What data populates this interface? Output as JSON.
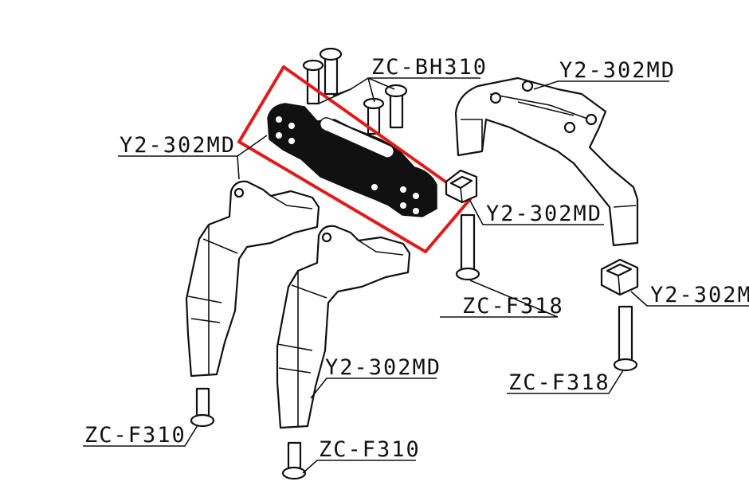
{
  "labels": {
    "screws_top": "ZC-BH310",
    "arm_top_right": "Y2-302MD",
    "arm_left": "Y2-302MD",
    "spacer_upper": "Y2-302MD",
    "spacer_lower": "Y2-302M",
    "screw_mid": "ZC-F318",
    "screw_right": "ZC-F318",
    "arm_front": "Y2-302MD",
    "screw_left": "ZC-F310",
    "screw_front": "ZC-F310"
  },
  "colors": {
    "highlight": "#e01b1b",
    "line": "#111111",
    "background": "#ffffff"
  }
}
